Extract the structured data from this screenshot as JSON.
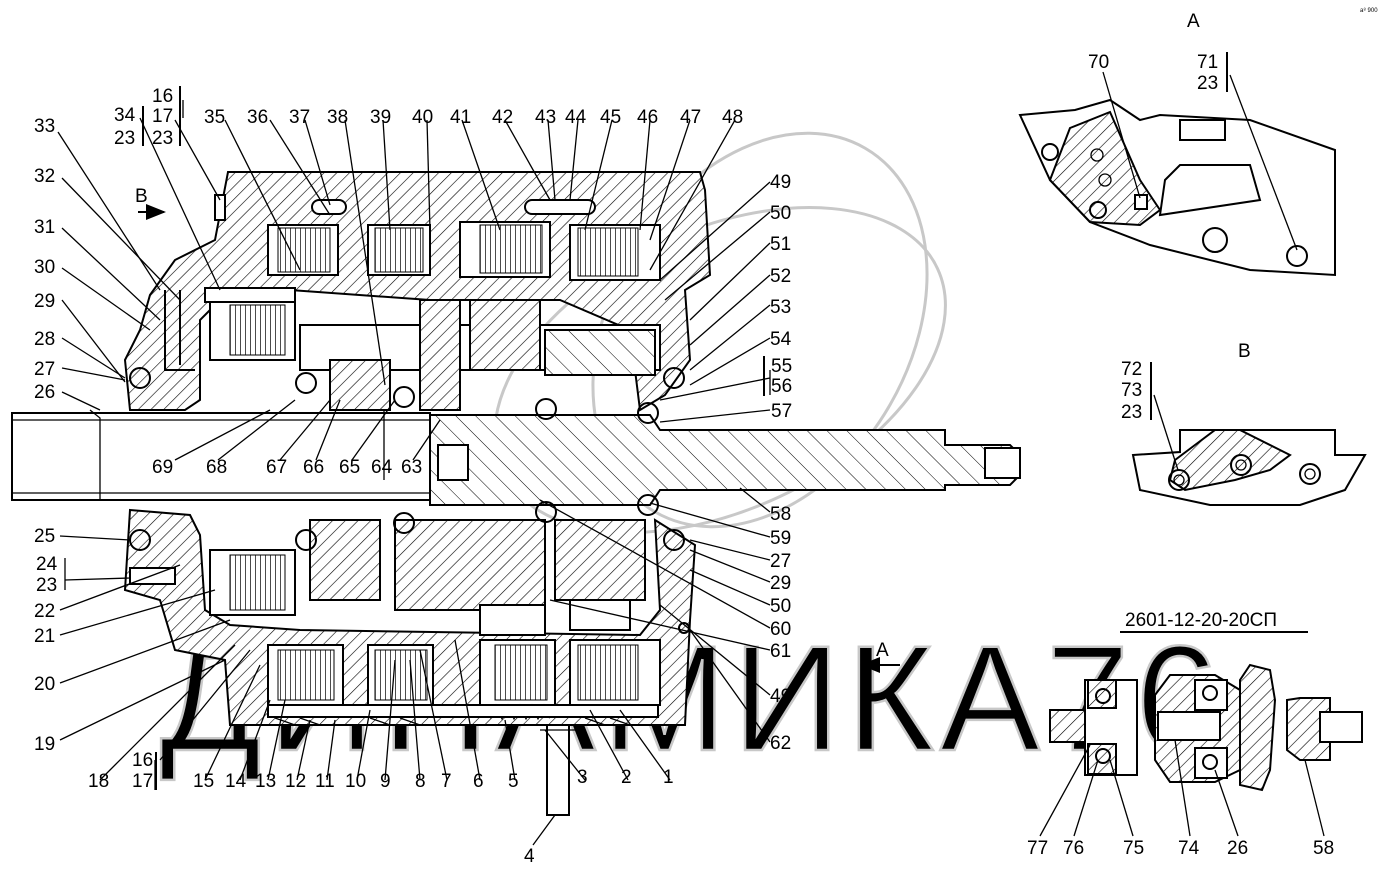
{
  "title_code": "2601-12-20-20СП",
  "view_labels": {
    "view_a": "A",
    "view_b": "B",
    "arrow_a": "A",
    "arrow_b": "B"
  },
  "watermark": "ДИНАМИКА76",
  "corner_stamp": "а⁸ 900",
  "labels_top": [
    "33",
    "34",
    "23",
    "16",
    "17",
    "23",
    "35",
    "36",
    "37",
    "38",
    "39",
    "40",
    "41",
    "42",
    "43",
    "44",
    "45",
    "46",
    "47",
    "48"
  ],
  "labels_right": [
    "49",
    "50",
    "51",
    "52",
    "53",
    "54",
    "55",
    "56",
    "57",
    "58",
    "59",
    "27",
    "29",
    "50",
    "60",
    "61",
    "49",
    "62"
  ],
  "labels_left": [
    "32",
    "31",
    "30",
    "29",
    "28",
    "27",
    "26",
    "25",
    "24",
    "23",
    "22",
    "21",
    "20",
    "19"
  ],
  "labels_bottom": [
    "18",
    "16",
    "17",
    "15",
    "14",
    "13",
    "12",
    "11",
    "10",
    "9",
    "8",
    "7",
    "6",
    "5",
    "3",
    "2",
    "1",
    "4"
  ],
  "labels_inner": [
    "69",
    "68",
    "67",
    "66",
    "65",
    "64",
    "63"
  ],
  "view_a_labels": [
    "70",
    "71",
    "23"
  ],
  "view_b_labels": [
    "72",
    "73",
    "23"
  ],
  "detail_labels": [
    "77",
    "76",
    "75",
    "74",
    "26",
    "58"
  ]
}
